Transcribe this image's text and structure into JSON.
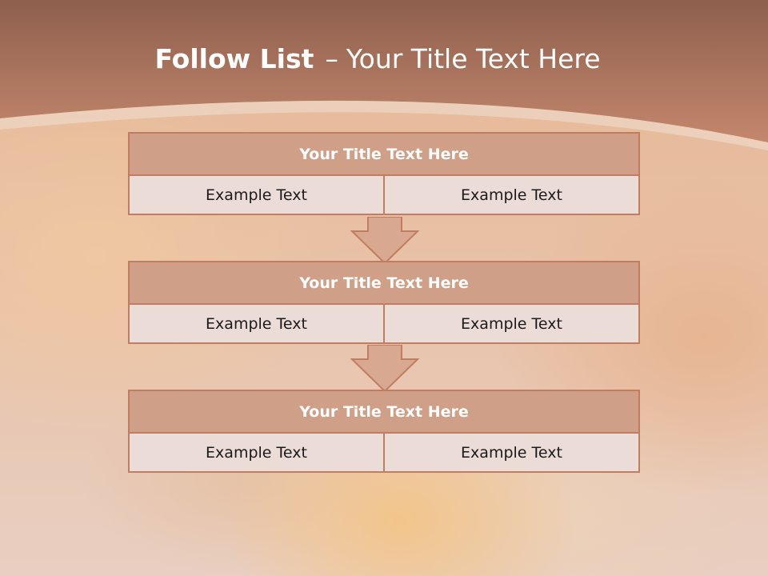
{
  "slide": {
    "title_main": "Follow List",
    "title_dash": "–",
    "title_sub": "Your Title Text Here"
  },
  "blocks": [
    {
      "title": "Your Title Text Here",
      "left": "Example Text",
      "right": "Example Text"
    },
    {
      "title": "Your Title Text Here",
      "left": "Example Text",
      "right": "Example Text"
    },
    {
      "title": "Your Title Text Here",
      "left": "Example Text",
      "right": "Example Text"
    }
  ],
  "colors": {
    "header": "#a8705a",
    "block_title_fill": "#cf9f88",
    "block_border": "#c17d62",
    "cell_fill": "#ecdcd8",
    "arrow_fill": "#d8a990"
  }
}
